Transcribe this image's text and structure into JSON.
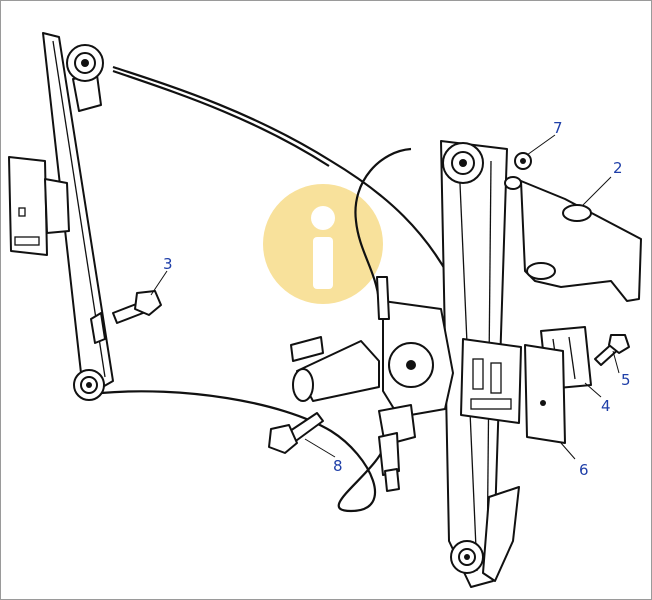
{
  "diagram": {
    "callouts": [
      {
        "number": "2"
      },
      {
        "number": "3"
      },
      {
        "number": "4"
      },
      {
        "number": "5"
      },
      {
        "number": "6"
      },
      {
        "number": "7"
      },
      {
        "number": "8"
      }
    ],
    "watermark_icon": "info-i-icon",
    "colors": {
      "callout_text": "#1f3fa8",
      "line_art": "#111111",
      "watermark": "#f6d77a"
    }
  }
}
